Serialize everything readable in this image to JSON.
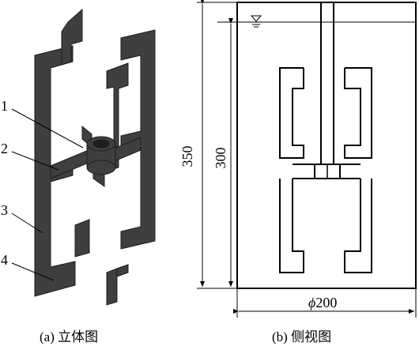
{
  "left_panel": {
    "caption": "(a) 立体图",
    "part_labels": [
      "1",
      "2",
      "3",
      "4"
    ]
  },
  "right_panel": {
    "caption": "(b) 侧视图",
    "dims": {
      "height_total": "350",
      "height_liquid": "300",
      "diameter_symbol": "ϕ",
      "diameter_value": "200"
    }
  },
  "colors": {
    "impeller_fill": "#3f3f3f",
    "impeller_edge": "#1c1c1c",
    "line": "#000000"
  }
}
